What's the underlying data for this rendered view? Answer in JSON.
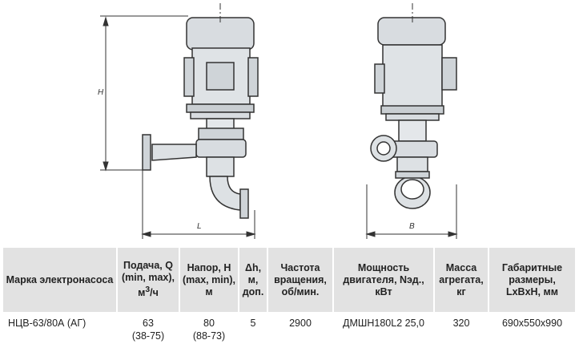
{
  "drawing": {
    "dim_height_label": "H",
    "dim_length_label": "L",
    "dim_width_label": "B"
  },
  "table": {
    "headers": {
      "brand": "Марка электронасоса",
      "flow_a": "Подача, Q (min, max), м",
      "flow_sup": "3",
      "flow_b": "/ч",
      "head": "Напор, H (max, min), м",
      "dh": "Δh, м, доп.",
      "speed": "Частота вращения, об/мин.",
      "power": "Мощность двигателя, Nэд., кВт",
      "mass": "Масса агрегата, кг",
      "dims": "Габаритные размеры, LxBxH, мм"
    },
    "row": {
      "brand": "НЦВ-63/80А (АГ)",
      "flow": "63",
      "flow_range": "(38-75)",
      "head": "80",
      "head_range": "(88-73)",
      "dh": "5",
      "speed": "2900",
      "power": "ДМШН180L2 25,0",
      "mass": "320",
      "dims": "690х550х990"
    }
  }
}
